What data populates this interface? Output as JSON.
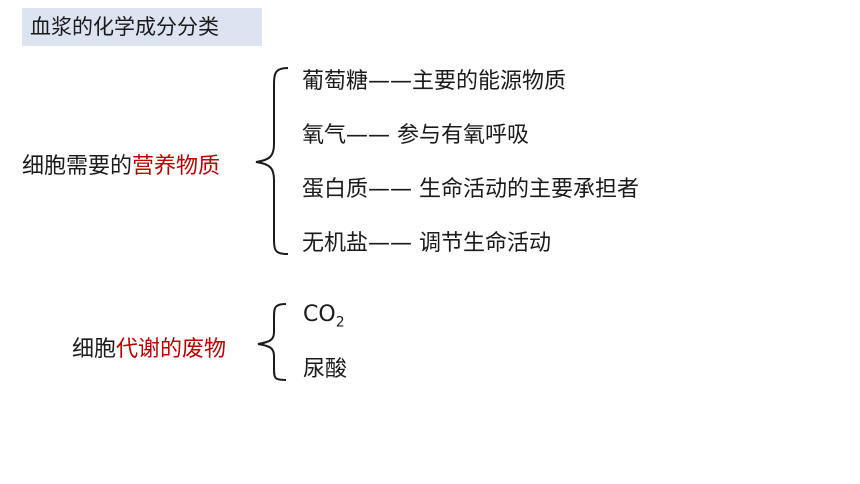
{
  "title": "血浆的化学成分分类",
  "group1": {
    "label_prefix": "细胞需要的",
    "label_highlight": "营养物质",
    "items": [
      {
        "name": "葡萄糖",
        "dash": "——",
        "desc": "主要的能源物质"
      },
      {
        "name": "氧气",
        "dash": "——",
        "desc": " 参与有氧呼吸"
      },
      {
        "name": "蛋白质",
        "dash": "——",
        "desc": " 生命活动的主要承担者"
      },
      {
        "name": "无机盐",
        "dash": "——",
        "desc": " 调节生命活动"
      }
    ]
  },
  "group2": {
    "label_prefix": "细胞",
    "label_highlight": "代谢的废物",
    "items": [
      {
        "main": "CO",
        "sub": "2"
      },
      {
        "main": "尿酸",
        "sub": ""
      }
    ]
  },
  "colors": {
    "highlight": "#c00000",
    "title_bg": "#dbe4f0"
  }
}
